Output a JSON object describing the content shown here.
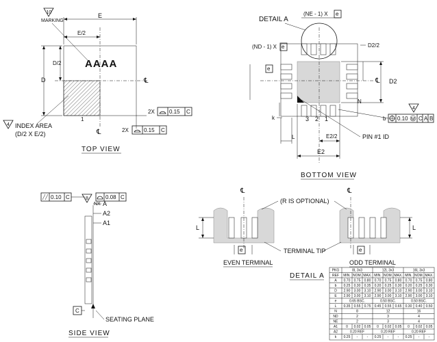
{
  "top_view": {
    "title": "TOP VIEW",
    "dim_e": "E",
    "dim_e2": "E/2",
    "dim_d": "D",
    "dim_d2": "D/2",
    "marking": "AAAA",
    "marking_note": "MARKING",
    "marking_note_num": "10",
    "cl": "℄",
    "pin1": "1",
    "index_num": "4",
    "index_area": "INDEX AREA",
    "index_area_sub": "(D/2 X E/2)",
    "tol1_count": "2X",
    "tol1_value": "0.15",
    "tol1_ref": "C",
    "tol2_count": "2X",
    "tol2_value": "0.15",
    "tol2_ref": "C"
  },
  "bottom_view": {
    "title": "BOTTOM VIEW",
    "detail_a": "DETAIL A",
    "ne_pitch": "(NE - 1) X",
    "ne_pitch_box": "e",
    "nd_pitch": "(ND - 1) X",
    "nd_pitch_box": "e",
    "e_box": "e",
    "d2_half": "D2/2",
    "d2": "D2",
    "n": "N",
    "k": "k",
    "l": "L",
    "pins": [
      "3",
      "2",
      "1"
    ],
    "e2_half": "E2/2",
    "e2": "E2",
    "pin1_id": "PIN #1 ID",
    "cl": "℄",
    "b": "b",
    "b_note_num": "4",
    "tol_value": "0.10",
    "tol_mod": "M",
    "tol_refs": [
      "C",
      "A",
      "B"
    ]
  },
  "side_view": {
    "title": "SIDE VIEW",
    "note_num": "8",
    "nx": "NX",
    "par_value": "0.10",
    "par_ref": "C",
    "prof_value": "0.08",
    "prof_ref": "C",
    "a": "A",
    "a2": "A2",
    "a1": "A1",
    "datum_c": "C",
    "seating_plane": "SEATING PLANE"
  },
  "detail": {
    "cl1": "℄",
    "cl2": "℄",
    "r_note": "(R IS OPTIONAL)",
    "l1": "L",
    "l2": "L",
    "e1": "e",
    "e2": "e",
    "terminal_tip": "TERMINAL TIP",
    "even": "EVEN TERMINAL",
    "odd": "ODD TERMINAL",
    "title": "DETAIL A"
  },
  "table": {
    "pkg_label": "PKG",
    "groups": [
      "8L 3x3",
      "12L 3x3",
      "16L 3x3"
    ],
    "ref_label": "REF",
    "sub": [
      "MIN.",
      "NOM.",
      "MAX."
    ],
    "rows": [
      {
        "ref": "A",
        "cells": [
          "0.70",
          "0.75",
          "0.80",
          "0.70",
          "0.75",
          "0.80",
          "0.70",
          "0.75",
          "0.80"
        ]
      },
      {
        "ref": "b",
        "cells": [
          "0.25",
          "0.30",
          "0.35",
          "0.20",
          "0.25",
          "0.30",
          "0.20",
          "0.25",
          "0.30"
        ]
      },
      {
        "ref": "D",
        "cells": [
          "2.90",
          "3.00",
          "3.10",
          "2.90",
          "3.00",
          "3.10",
          "2.90",
          "3.00",
          "3.10"
        ]
      },
      {
        "ref": "E",
        "cells": [
          "2.90",
          "3.00",
          "3.10",
          "2.90",
          "3.00",
          "3.10",
          "2.90",
          "3.00",
          "3.10"
        ]
      },
      {
        "ref": "e",
        "span": [
          "0.65 BSC.",
          "0.50 BSC.",
          "0.50 BSC."
        ]
      },
      {
        "ref": "L",
        "cells": [
          "0.35",
          "0.55",
          "0.75",
          "0.45",
          "0.55",
          "0.65",
          "0.30",
          "0.40",
          "0.50"
        ]
      },
      {
        "ref": "N",
        "span": [
          "8",
          "12",
          "16"
        ]
      },
      {
        "ref": "ND",
        "span": [
          "2",
          "3",
          "4"
        ]
      },
      {
        "ref": "NE",
        "span": [
          "2",
          "3",
          "4"
        ]
      },
      {
        "ref": "A1",
        "cells": [
          "0",
          "0.02",
          "0.05",
          "0",
          "0.02",
          "0.05",
          "0",
          "0.02",
          "0.05"
        ]
      },
      {
        "ref": "A2",
        "span": [
          "0.20 REF",
          "0.20 REF",
          "0.20 REF"
        ]
      },
      {
        "ref": "k",
        "cells": [
          "0.25",
          "-",
          "-",
          "0.25",
          "-",
          "-",
          "0.25",
          "-",
          "-"
        ]
      }
    ]
  }
}
